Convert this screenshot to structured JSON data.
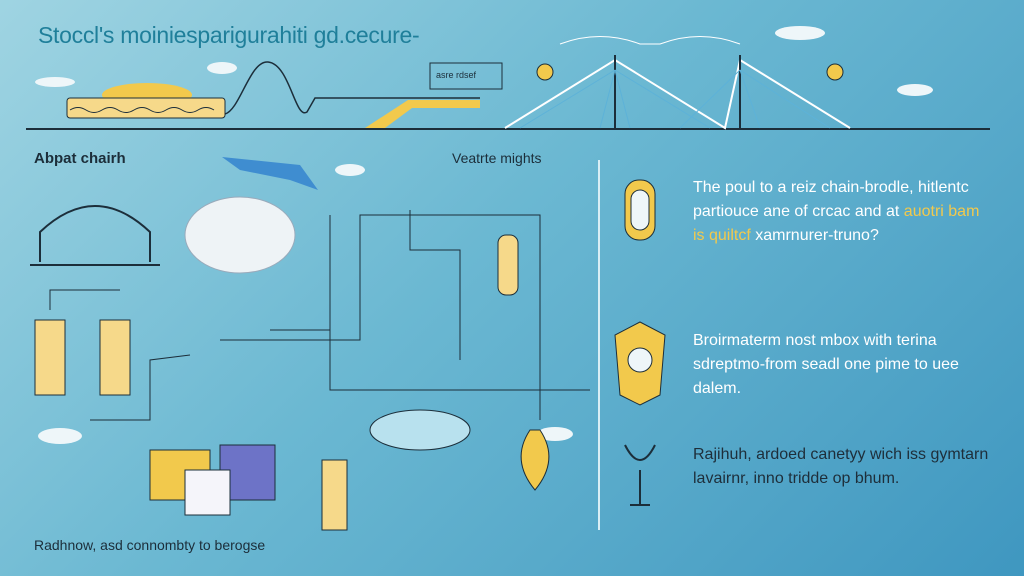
{
  "title": "Stoccl's moiniesparigurahiti gd.cecure-",
  "top_label": "asre rdsef",
  "left_heading": "Abpat chairh",
  "mid_heading": "Veatrte mights",
  "paragraphs": [
    {
      "before": "The poul to a reiz chain-brodle, hitlentc partiouce ane of crcac and at ",
      "highlight": "auotri bam is quiltcf",
      "after": " xamrnurer-truno?"
    },
    {
      "text": "Broirmaterm nost mbox with terina sdreptmo-from seadl one pime to uee dalem."
    },
    {
      "text": "Rajihuh, ardoed canetyy wich iss gymtarn lavairnr, inno tridde op bhum."
    }
  ],
  "bottom_caption": "Radhnow, asd connombty to berogse",
  "colors": {
    "accent": "#f2c94c",
    "line": "#1c2e3a",
    "title": "#1f7f9a"
  }
}
